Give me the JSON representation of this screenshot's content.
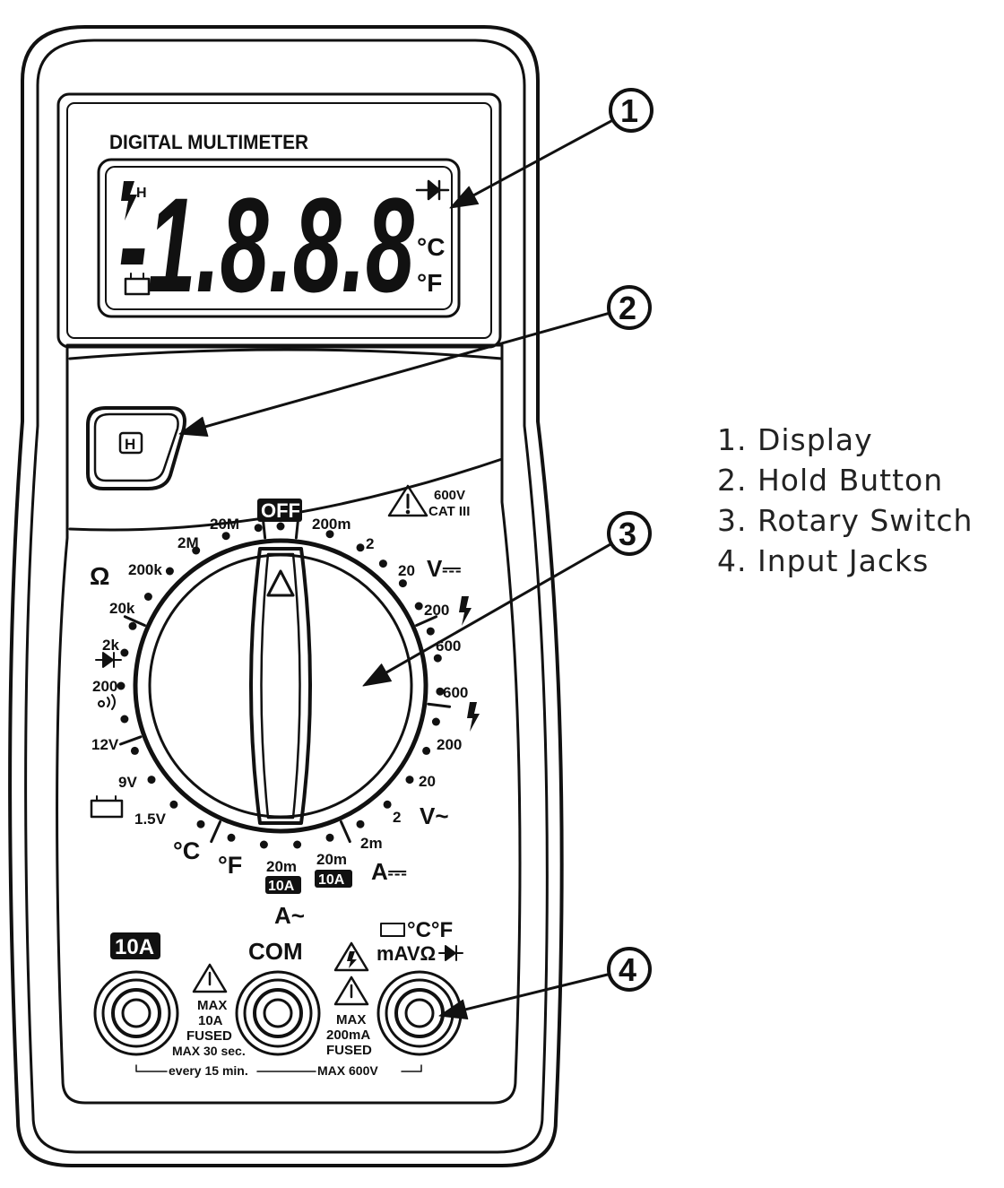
{
  "meter": {
    "title": "DIGITAL MULTIMETER",
    "reading": "-1.8.8.8",
    "display_icons": {
      "hold": "H",
      "celsius": "°C",
      "fahrenheit": "°F"
    },
    "hold_button_label": "H",
    "warning": {
      "voltage": "600V",
      "category": "CAT III"
    },
    "dial": {
      "off": "OFF",
      "resistance_symbol": "Ω",
      "resistance": [
        "200k",
        "2M",
        "20M",
        "20k",
        "2k"
      ],
      "dc_voltage": [
        "200m",
        "2",
        "20",
        "200",
        "600"
      ],
      "dc_voltage_symbol": "V⎓",
      "ac_voltage": [
        "600",
        "200",
        "20",
        "2"
      ],
      "ac_voltage_symbol": "V~",
      "dc_current": [
        "2m",
        "20m",
        "20m"
      ],
      "dc_current_symbol": "A⎓",
      "ac_current_symbol": "A~",
      "continuity": "200",
      "battery_tests": [
        "12V",
        "9V",
        "1.5V"
      ],
      "temperature": [
        "°C",
        "°F"
      ],
      "ten_amp": "10A"
    },
    "jacks": {
      "left_label": "10A",
      "middle_label": "COM",
      "right_symbols": "°C°F",
      "right_label": "mAVΩ",
      "left_max": [
        "MAX",
        "10A",
        "FUSED",
        "MAX 30 sec."
      ],
      "left_footer": "every 15 min.",
      "right_max": [
        "MAX",
        "200mA",
        "FUSED"
      ],
      "right_footer": "MAX 600V"
    }
  },
  "callouts": [
    "1",
    "2",
    "3",
    "4"
  ],
  "legend": [
    "1. Display",
    "2. Hold Button",
    "3. Rotary Switch",
    "4. Input Jacks"
  ]
}
